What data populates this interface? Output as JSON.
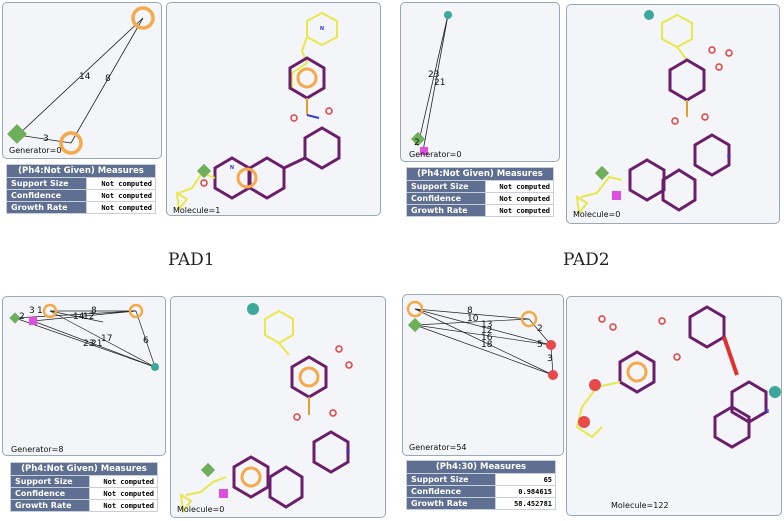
{
  "captions": [
    "PAD1",
    "PAD2"
  ],
  "colors": {
    "panel_border": "#9aa7b5",
    "table_header": "#5e6f91",
    "orange": "#f5a94a",
    "ring_purple": "#6b1f6b",
    "chain_yellow": "#e8e84b",
    "teal": "#3aa89a",
    "green": "#5fa35f",
    "magenta": "#e04ee0",
    "red": "#e04040",
    "blue_n": "#3a3ad0"
  },
  "quadrants": [
    {
      "generator_label": "Generator=0",
      "molecule_label": "Molecule=1",
      "measures": {
        "title": "(Ph4:Not Given) Measures",
        "rows": [
          {
            "key": "Support Size",
            "value": "Not computed"
          },
          {
            "key": "Confidence",
            "value": "Not computed"
          },
          {
            "key": "Growth Rate",
            "value": "Not computed"
          }
        ]
      },
      "edge_labels": [
        "14",
        "8",
        "3"
      ]
    },
    {
      "generator_label": "Generator=0",
      "molecule_label": "Molecule=0",
      "measures": {
        "title": "(Ph4:Not Given) Measures",
        "rows": [
          {
            "key": "Support Size",
            "value": "Not computed"
          },
          {
            "key": "Confidence",
            "value": "Not computed"
          },
          {
            "key": "Growth Rate",
            "value": "Not computed"
          }
        ]
      },
      "edge_labels": [
        "23",
        "21",
        "2"
      ]
    },
    {
      "generator_label": "Generator=8",
      "molecule_label": "Molecule=0",
      "measures": {
        "title": "(Ph4:Not Given) Measures",
        "rows": [
          {
            "key": "Support Size",
            "value": "Not computed"
          },
          {
            "key": "Confidence",
            "value": "Not computed"
          },
          {
            "key": "Growth Rate",
            "value": "Not computed"
          }
        ]
      },
      "edge_labels": [
        "2",
        "3",
        "1",
        "14",
        "12",
        "8",
        "17",
        "23",
        "21",
        "6"
      ]
    },
    {
      "generator_label": "Generator=54",
      "molecule_label": "Molecule=122",
      "measures": {
        "title": "(Ph4:30) Measures",
        "rows": [
          {
            "key": "Support Size",
            "value": "65"
          },
          {
            "key": "Confidence",
            "value": "0.984615"
          },
          {
            "key": "Growth Rate",
            "value": "58.452781"
          }
        ]
      },
      "edge_labels": [
        "8",
        "10",
        "13",
        "12",
        "16",
        "18",
        "2",
        "5",
        "3"
      ]
    }
  ]
}
